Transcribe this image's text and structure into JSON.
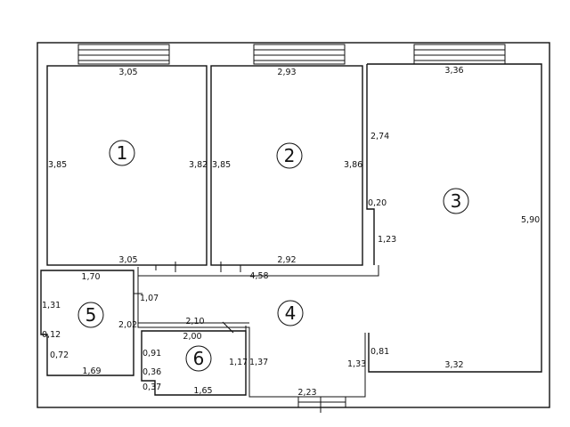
{
  "rooms": [
    {
      "number": "1",
      "width_top": "3,05",
      "width_bottom": "3,05",
      "height_left": "3,85",
      "height_right": "3,82"
    },
    {
      "number": "2",
      "width_top": "2,93",
      "width_bottom": "2,92",
      "height_left": "3,85",
      "height_right": "3,86"
    },
    {
      "number": "3",
      "width_top": "3,36",
      "width_bottom": "3,32",
      "height_right": "5,90",
      "side_upper": "2,74",
      "side_step": "0,20",
      "side_lower": "1,23",
      "side_bottom": "0,81"
    },
    {
      "number": "4",
      "length_top": "4,58",
      "segment_top": "2,10",
      "segment_right": "1,33",
      "segment_left_upper": "1,07",
      "segment_left_mid": "2,02",
      "segment_inner": "1,37",
      "width_bottom": "2,23"
    },
    {
      "number": "5",
      "width_top": "1,70",
      "width_bottom": "1,69",
      "height_left": "1,31",
      "step": "0,12",
      "height_lower": "0,72"
    },
    {
      "number": "6",
      "width_top": "2,00",
      "width_bottom": "1,65",
      "height_right": "1,17",
      "side_upper": "0,91",
      "side_mid": "0,36",
      "side_lower": "0,37"
    }
  ]
}
